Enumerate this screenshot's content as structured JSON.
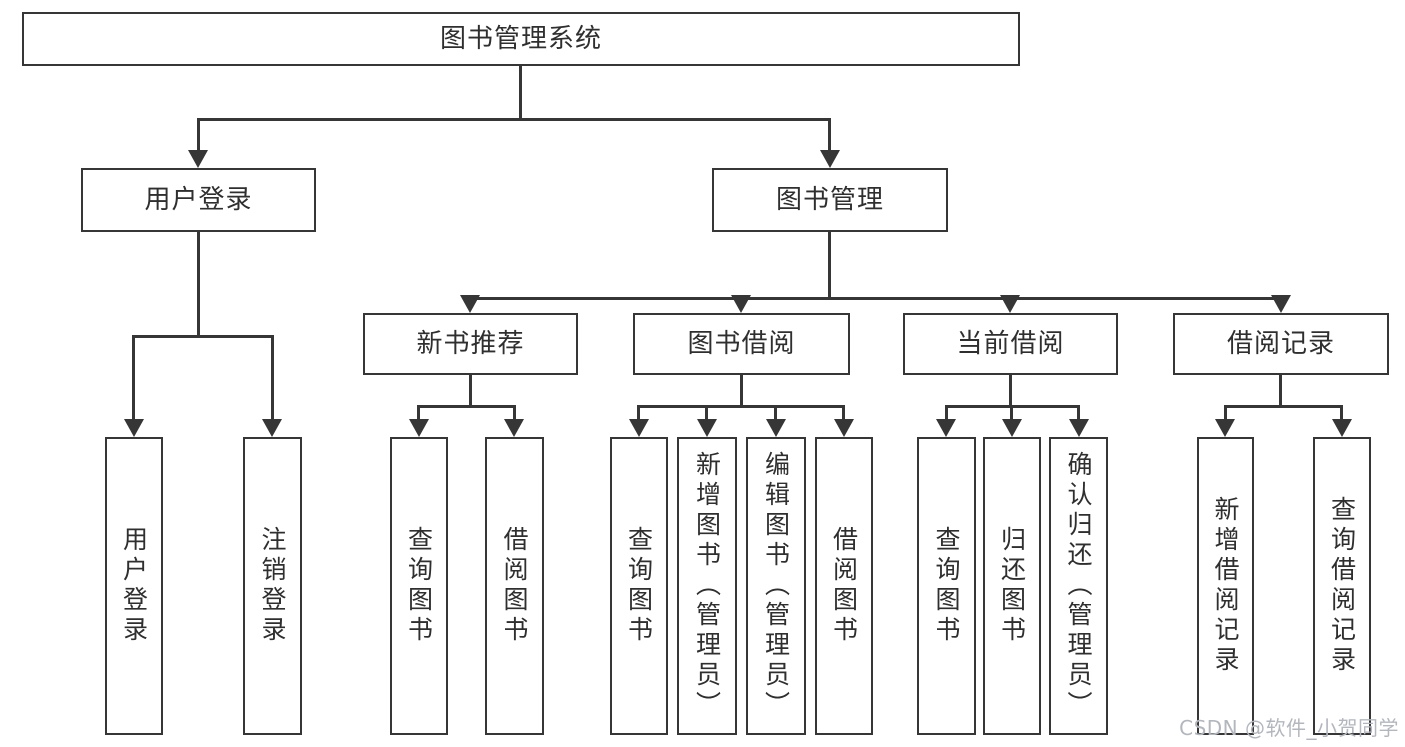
{
  "colors": {
    "line": "#363636",
    "text": "#2f2f2f",
    "background": "#ffffff",
    "watermark": "#b3b7bd"
  },
  "watermark": {
    "text": "CSDN @软件_小贺同学"
  },
  "tree": {
    "root": {
      "label": "图书管理系统"
    },
    "branches": [
      {
        "label": "用户登录",
        "children": [
          {
            "label": "用户登录"
          },
          {
            "label": "注销登录"
          }
        ]
      },
      {
        "label": "图书管理",
        "children": [
          {
            "label": "新书推荐",
            "children": [
              {
                "label": "查询图书"
              },
              {
                "label": "借阅图书"
              }
            ]
          },
          {
            "label": "图书借阅",
            "children": [
              {
                "label": "查询图书"
              },
              {
                "label": "新增图书（管理员）"
              },
              {
                "label": "编辑图书（管理员）"
              },
              {
                "label": "借阅图书"
              }
            ]
          },
          {
            "label": "当前借阅",
            "children": [
              {
                "label": "查询图书"
              },
              {
                "label": "归还图书"
              },
              {
                "label": "确认归还（管理员）"
              }
            ]
          },
          {
            "label": "借阅记录",
            "children": [
              {
                "label": "新增借阅记录"
              },
              {
                "label": "查询借阅记录"
              }
            ]
          }
        ]
      }
    ]
  }
}
